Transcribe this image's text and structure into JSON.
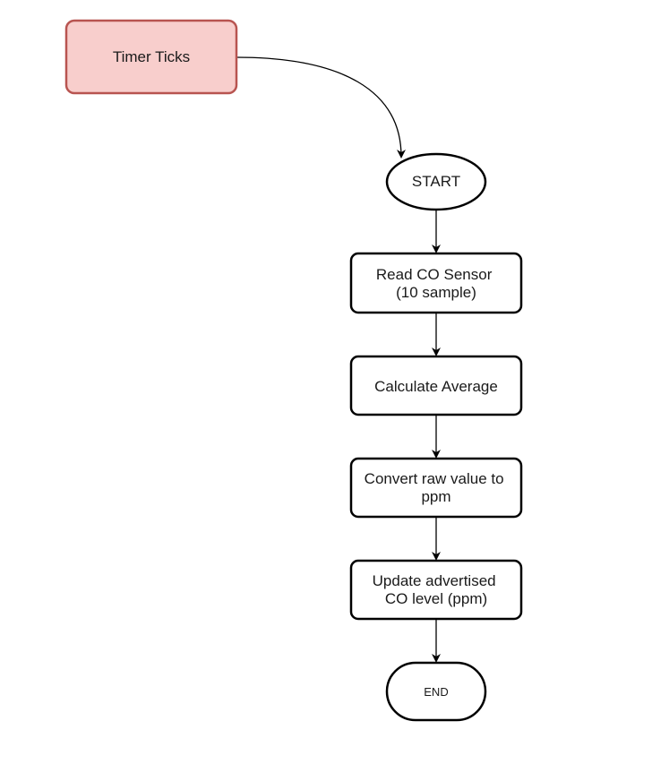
{
  "diagram": {
    "colors": {
      "trigger_fill": "#f8cecc",
      "trigger_stroke": "#b85450",
      "node_fill": "#ffffff",
      "node_stroke": "#000000",
      "edge": "#000000",
      "background": "#ffffff"
    },
    "trigger": {
      "label": "Timer Ticks"
    },
    "start": {
      "label": "START"
    },
    "steps": [
      {
        "line1": "Read CO Sensor",
        "line2": "(10 sample)"
      },
      {
        "line1": "Calculate Average",
        "line2": ""
      },
      {
        "line1": "Convert raw value to",
        "line2": "ppm"
      },
      {
        "line1": "Update advertised",
        "line2": "CO level (ppm)"
      }
    ],
    "end": {
      "label": "END"
    }
  }
}
